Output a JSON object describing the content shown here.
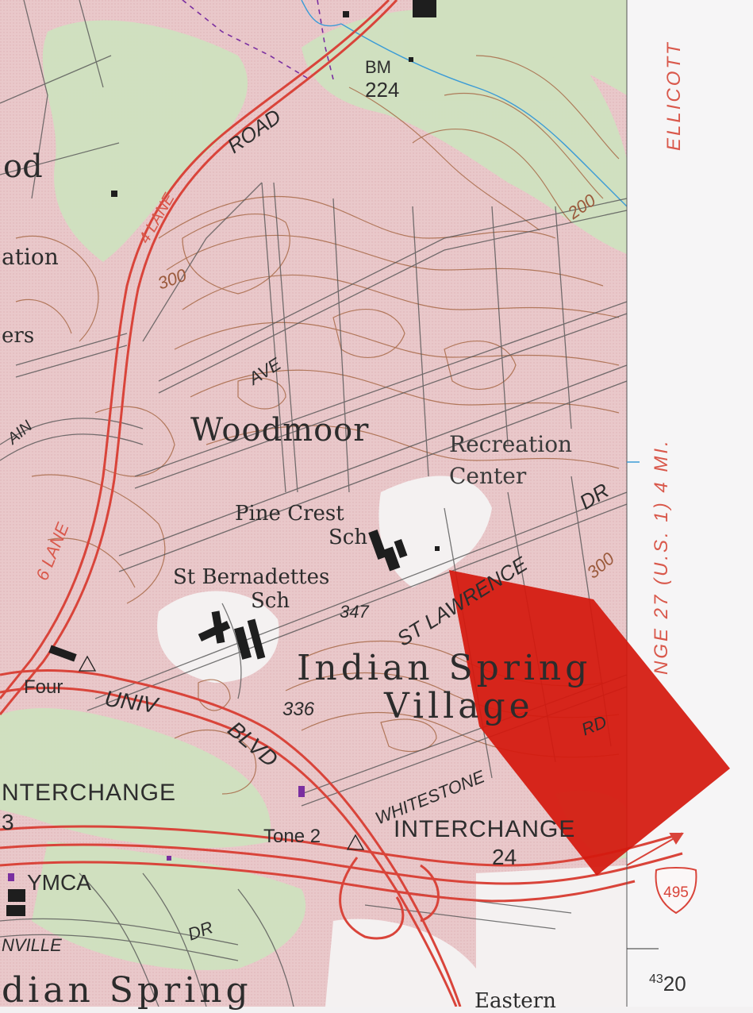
{
  "map": {
    "colors": {
      "background": "#f3f1f2",
      "urban_tint": "#e8c7c9",
      "woodland": "#cfe2bf",
      "contour": "#a86a48",
      "major_road": "#d9443a",
      "minor_road": "#4a4a4a",
      "boundary": "#7a2fa0",
      "stream": "#3b9bd6",
      "marker_overlay": "#d4190e"
    },
    "labels": {
      "place_woodmoor": "Woodmoor",
      "place_isv_line1": "Indian Spring",
      "place_isv_line2": "Village",
      "place_isv_bottom": "dian Spring",
      "partial_od": "od",
      "partial_ation": "ation",
      "partial_ers": "ers",
      "partial_ain": "AIN",
      "recreation_line1": "Recreation",
      "recreation_line2": "Center",
      "pine_crest_line1": "Pine Crest",
      "pine_crest_line2": "Sch",
      "st_bern_line1": "St Bernadettes",
      "st_bern_line2": "Sch",
      "road_4lane": "4 LANE",
      "road_road": "ROAD",
      "road_6lane": "6 LANE",
      "road_ave": "AVE",
      "road_st_lawrence": "ST LAWRENCE",
      "road_dr": "DR",
      "road_univ": "UNIV",
      "road_blvd": "BLVD",
      "road_whitestone": "WHITESTONE",
      "road_rd": "RD",
      "road_dr2": "DR",
      "road_nville": "NVILLE",
      "interchange_left": "NTERCHANGE",
      "interchange_left_num": "3",
      "interchange_right": "INTERCHANGE",
      "interchange_right_num": "24",
      "tone": "Tone 2",
      "four": "Four",
      "ymca": "YMCA",
      "eastern": "Eastern",
      "bm_label": "BM",
      "bm_value": "224",
      "elev_347": "347",
      "elev_336": "336",
      "contour_300_a": "300",
      "contour_300_b": "300",
      "contour_200": "200",
      "margin_ellicott": "ELLICOTT",
      "margin_route": "NGE 27 (U.S. 1) 4 MI.",
      "shield_number": "495",
      "coord_super": "43",
      "coord_main": "20"
    }
  }
}
